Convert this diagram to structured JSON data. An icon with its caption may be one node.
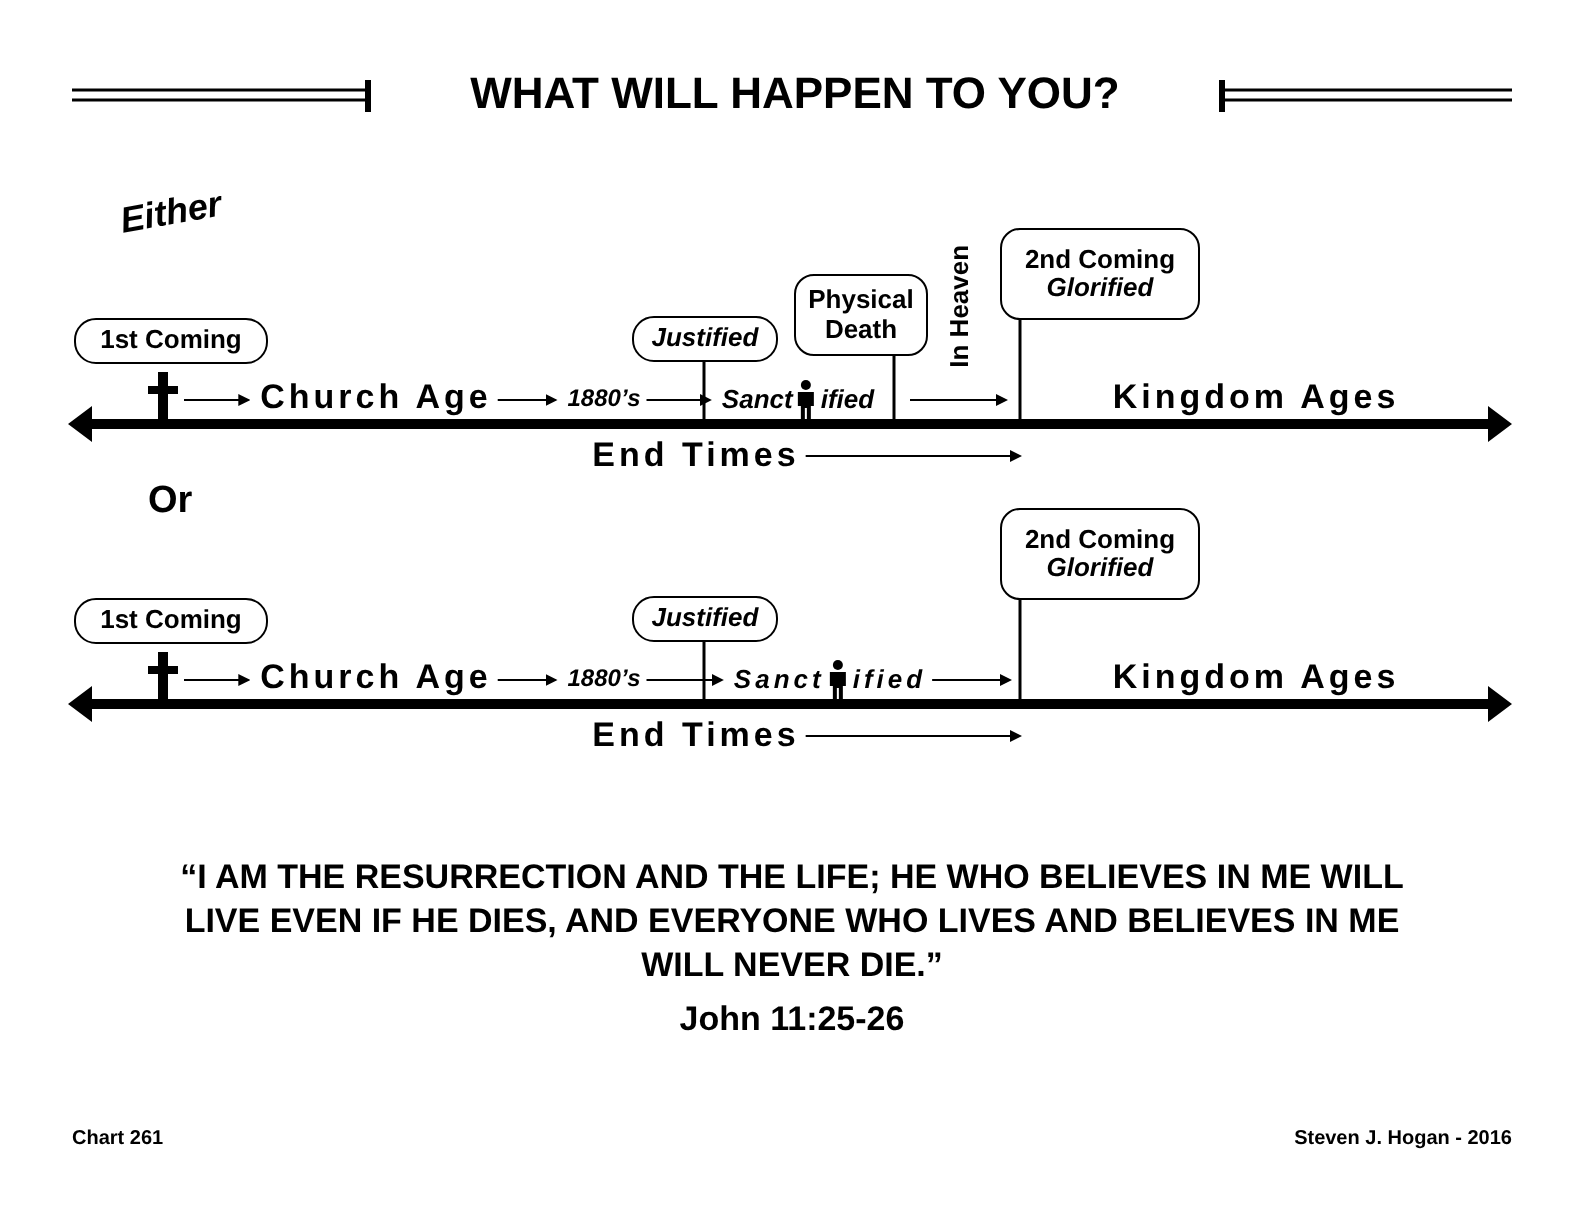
{
  "diagram": {
    "title": "WHAT WILL HAPPEN TO YOU?",
    "nodes": [
      {
        "text": [
          "1st Coming"
        ]
      },
      {
        "text": [],
        "shape": "cross"
      },
      {
        "text": [
          "Church Age"
        ]
      },
      {
        "text": [
          "1880’s"
        ]
      },
      {
        "text": [
          "Justified"
        ]
      },
      {
        "text": [
          "Sanct",
          "ified"
        ]
      },
      {
        "text": [
          "Physical Death"
        ]
      },
      {
        "text": [
          "In Heaven"
        ]
      },
      {
        "text": [
          "2nd Coming",
          "Glorified"
        ]
      },
      {
        "text": [
          "Kingdom Ages"
        ]
      },
      {
        "text": [
          "End Times"
        ]
      },
      {
        "text": [
          "1st Coming"
        ]
      },
      {
        "text": [],
        "shape": "cross"
      },
      {
        "text": [
          "Church Age"
        ]
      },
      {
        "text": [
          "1880’s"
        ]
      },
      {
        "text": [
          "Justified"
        ]
      },
      {
        "text": [
          "Sanct",
          "ified"
        ]
      },
      {
        "text": [
          "2nd Coming",
          "Glorified"
        ]
      },
      {
        "text": [
          "Kingdom Ages"
        ]
      },
      {
        "text": [
          "End Times"
        ]
      },
      {
        "text": [],
        "shape": "bar"
      },
      {
        "text": [],
        "shape": "bar"
      }
    ],
    "edges": [
      {
        "from": 1,
        "to": 2,
        "arrow": "to"
      },
      {
        "from": 2,
        "to": 3,
        "arrow": "to"
      },
      {
        "from": 3,
        "to": 5,
        "arrow": "to"
      },
      {
        "from": 4,
        "to": 20,
        "arrow": "none"
      },
      {
        "from": 6,
        "to": 20,
        "arrow": "none"
      },
      {
        "from": 8,
        "to": 20,
        "arrow": "none"
      },
      {
        "from": 10,
        "to": 20,
        "arrow": "to"
      },
      {
        "from": 12,
        "to": 13,
        "arrow": "to"
      },
      {
        "from": 13,
        "to": 14,
        "arrow": "to"
      },
      {
        "from": 14,
        "to": 16,
        "arrow": "to"
      },
      {
        "from": 15,
        "to": 21,
        "arrow": "none"
      },
      {
        "from": 16,
        "to": 21,
        "arrow": "to"
      },
      {
        "from": 17,
        "to": 21,
        "arrow": "none"
      },
      {
        "from": 19,
        "to": 21,
        "arrow": "to"
      }
    ],
    "labels": [
      "Either",
      "Or",
      "“I AM THE RESURRECTION AND THE LIFE; HE WHO BELIEVES IN ME WILL LIVE EVEN IF HE DIES, AND EVERYONE WHO LIVES AND BELIEVES IN ME WILL NEVER DIE.”",
      "John 11:25-26",
      "Chart 261",
      "Steven J. Hogan - 2016"
    ]
  }
}
